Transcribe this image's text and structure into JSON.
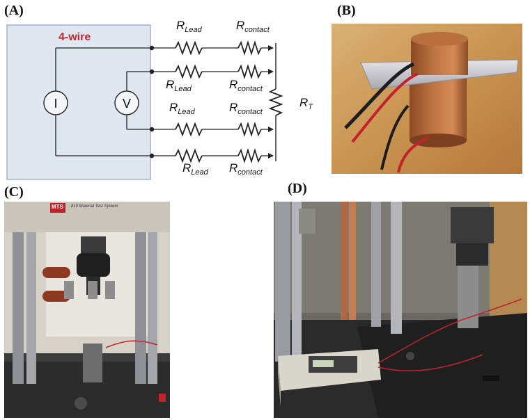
{
  "panels": {
    "a": {
      "label": "(A)",
      "config": "4-wire",
      "current_source": "I",
      "voltmeter": "V",
      "resistor_main": "R",
      "resistor_lead": "Lead",
      "resistor_contact": "contact",
      "resistor_sample": "T"
    },
    "b": {
      "label": "(B)"
    },
    "c": {
      "label": "(C)",
      "brand_badge": "MTS",
      "system_name": "810 Material Test System"
    },
    "d": {
      "label": "(D)"
    }
  },
  "colors": {
    "config_label": "#c0292f",
    "wire": "#222222",
    "diagram_box_fill": "#dfe7f1",
    "diagram_box_stroke": "#8aa1bc"
  }
}
